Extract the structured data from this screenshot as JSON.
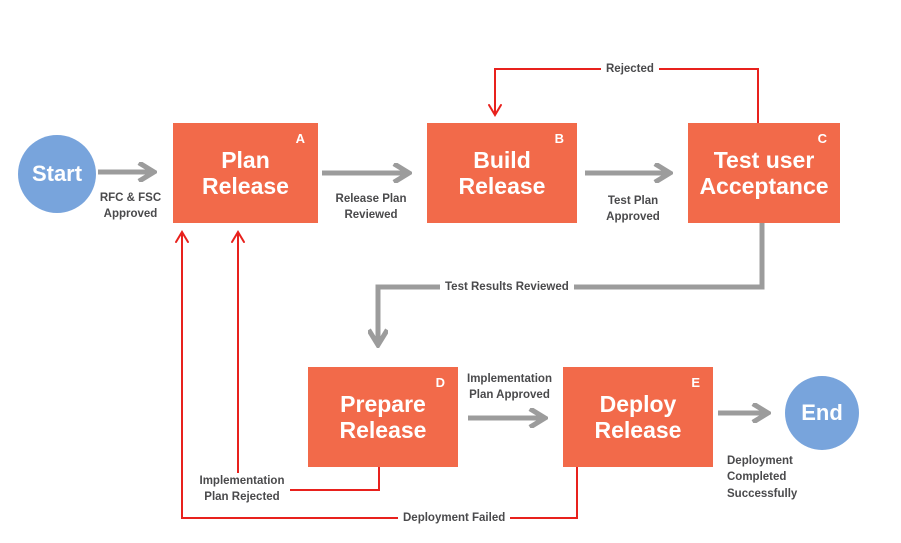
{
  "nodes": {
    "start": {
      "label": "Start"
    },
    "plan": {
      "label": "Plan Release",
      "letter": "A"
    },
    "build": {
      "label": "Build Release",
      "letter": "B"
    },
    "test": {
      "label": "Test user Acceptance",
      "letter": "C"
    },
    "prepare": {
      "label": "Prepare Release",
      "letter": "D"
    },
    "deploy": {
      "label": "Deploy Release",
      "letter": "E"
    },
    "end": {
      "label": "End"
    }
  },
  "edges": {
    "start_plan": {
      "label": "RFC & FSC Approved",
      "from": "Start",
      "to": "Plan Release",
      "type": "forward"
    },
    "plan_build": {
      "label": "Release Plan Reviewed",
      "from": "Plan Release",
      "to": "Build Release",
      "type": "forward"
    },
    "build_test": {
      "label": "Test Plan Approved",
      "from": "Build Release",
      "to": "Test user Acceptance",
      "type": "forward"
    },
    "test_build": {
      "label": "Rejected",
      "from": "Test user Acceptance",
      "to": "Build Release",
      "type": "reject"
    },
    "test_prepare": {
      "label": "Test Results Reviewed",
      "from": "Test user Acceptance",
      "to": "Prepare Release",
      "type": "forward"
    },
    "prepare_deploy": {
      "label": "Implementation Plan Approved",
      "from": "Prepare Release",
      "to": "Deploy Release",
      "type": "forward"
    },
    "prepare_plan": {
      "label": "Implementation Plan Rejected",
      "from": "Prepare Release",
      "to": "Plan Release",
      "type": "reject"
    },
    "deploy_end": {
      "label": "Deployment Completed Successfully",
      "from": "Deploy Release",
      "to": "End",
      "type": "forward"
    },
    "deploy_plan": {
      "label": "Deployment Failed",
      "from": "Deploy Release",
      "to": "Plan Release",
      "type": "reject"
    }
  },
  "colors": {
    "process_node": "#F26A4A",
    "terminal_node": "#78A4DC",
    "forward_arrow": "#9C9C9C",
    "reject_arrow": "#E8211D",
    "edge_label_text": "#4A4A4C",
    "node_text": "#FFFFFF",
    "background": "#FFFFFF"
  }
}
